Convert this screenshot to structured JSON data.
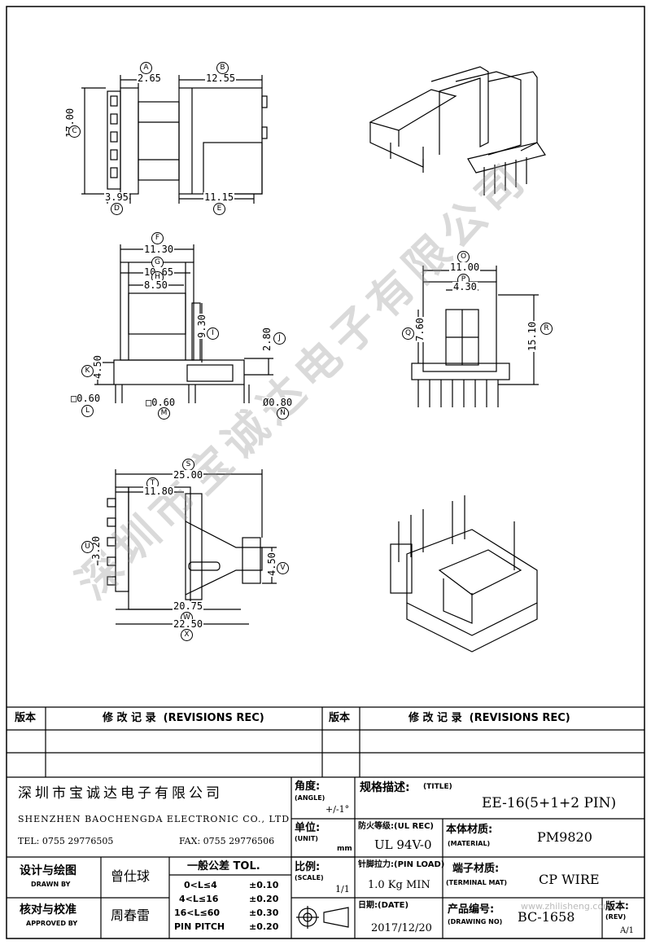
{
  "drawing": {
    "top_view": {
      "dims": [
        {
          "name": "dim-a",
          "value": "2.65",
          "balloon": "A"
        },
        {
          "name": "dim-b",
          "value": "12.55",
          "balloon": "B"
        },
        {
          "name": "dim-c",
          "value": "17.00",
          "balloon": "C"
        },
        {
          "name": "dim-d",
          "value": "3.95",
          "balloon": "D"
        },
        {
          "name": "dim-e",
          "value": "11.15",
          "balloon": "E"
        }
      ]
    },
    "side_view": {
      "dims": [
        {
          "name": "dim-f",
          "value": "11.30",
          "balloon": "F"
        },
        {
          "name": "dim-g",
          "value": "10.65",
          "balloon": "G"
        },
        {
          "name": "dim-h",
          "value": "8.50",
          "balloon": "H"
        },
        {
          "name": "dim-i",
          "value": "9.30",
          "balloon": "I"
        },
        {
          "name": "dim-j",
          "value": "2.80",
          "balloon": "J"
        },
        {
          "name": "dim-k",
          "value": "4.50",
          "balloon": "K"
        },
        {
          "name": "dim-l",
          "value": "□0.60",
          "balloon": "L"
        },
        {
          "name": "dim-m",
          "value": "□0.60",
          "balloon": "M"
        },
        {
          "name": "dim-n",
          "value": "Ø0.80",
          "balloon": "N"
        }
      ]
    },
    "front_view": {
      "dims": [
        {
          "name": "dim-o",
          "value": "11.00",
          "balloon": "O"
        },
        {
          "name": "dim-p",
          "value": "4.30",
          "balloon": "P"
        },
        {
          "name": "dim-q",
          "value": "7.60",
          "balloon": "Q"
        },
        {
          "name": "dim-r",
          "value": "15.10",
          "balloon": "R"
        }
      ]
    },
    "bottom_view": {
      "dims": [
        {
          "name": "dim-s",
          "value": "25.00",
          "balloon": "S"
        },
        {
          "name": "dim-t",
          "value": "11.80",
          "balloon": "T"
        },
        {
          "name": "dim-u",
          "value": "3.20",
          "balloon": "U"
        },
        {
          "name": "dim-v",
          "value": "4.50",
          "balloon": "V"
        },
        {
          "name": "dim-w",
          "value": "20.75",
          "balloon": "W"
        },
        {
          "name": "dim-x",
          "value": "22.50",
          "balloon": "X"
        }
      ]
    },
    "watermark": "深圳市宝诚达电子有限公司"
  },
  "revisions": {
    "left_header": "版本",
    "left_title": "修 改 记 录  (REVISIONS REC)",
    "right_header": "版本",
    "right_title": "修 改 记 录  (REVISIONS REC)"
  },
  "company": {
    "name_cn": "深圳市宝诚达电子有限公司",
    "name_en": "SHENZHEN BAOCHENGDA ELECTRONIC CO., LTD",
    "tel": "TEL: 0755 29776505",
    "fax": "FAX: 0755 29776506"
  },
  "angle": {
    "label_cn": "角度:",
    "label_en": "(ANGLE)",
    "value": "+/-1°"
  },
  "unit": {
    "label_cn": "单位:",
    "label_en": "(UNIT)",
    "value": "mm"
  },
  "scale": {
    "label_cn": "比例:",
    "label_en": "(SCALE)",
    "value": "1/1"
  },
  "title": {
    "label_cn": "规格描述:",
    "label_en": "(TITLE)",
    "value": "EE-16(5+1+2 PIN)"
  },
  "ul_rec": {
    "label": "防火等级:(UL REC)",
    "value": "UL 94V-0"
  },
  "material": {
    "label_cn": "本体材质:",
    "label_en": "(MATERIAL)",
    "value": "PM9820"
  },
  "pin_load": {
    "label": "针脚拉力:(PIN LOAD)",
    "value": "1.0 Kg MIN"
  },
  "terminal": {
    "label_cn": "端子材质:",
    "label_en": "(TERMINAL MAT)",
    "value": "CP WIRE"
  },
  "date": {
    "label": "日期:(DATE)",
    "value": "2017/12/20"
  },
  "drawing_no": {
    "label_cn": "产品编号:",
    "label_en": "(DRAWING NO)",
    "value": "BC-1658"
  },
  "rev": {
    "label_cn": "版本:",
    "label_en": "(REV)",
    "value": "A/1"
  },
  "drawn_by": {
    "label_cn": "设计与绘图",
    "label_en": "DRAWN BY",
    "value": "曾仕球"
  },
  "approved_by": {
    "label_cn": "核对与校准",
    "label_en": "APPROVED BY",
    "value": "周春雷"
  },
  "tolerance": {
    "title": "一般公差 TOL.",
    "rows": [
      {
        "range": "0<L≤4",
        "value": "±0.10"
      },
      {
        "range": "4<L≤16",
        "value": "±0.20"
      },
      {
        "range": "16<L≤60",
        "value": "±0.30"
      },
      {
        "range": "PIN PITCH",
        "value": "±0.20"
      }
    ]
  },
  "website": "www.zhilisheng.com"
}
